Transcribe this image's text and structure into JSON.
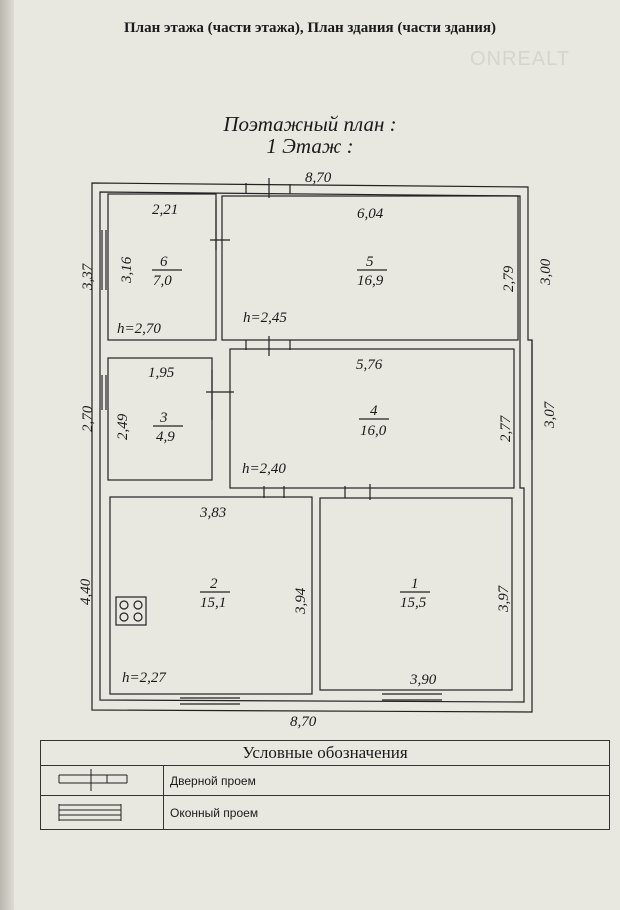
{
  "header": {
    "title": "План этажа (части этажа), План здания (части здания)",
    "watermark": "ONREALT"
  },
  "plan": {
    "title_line1": "Поэтажный план :",
    "title_line2": "1 Этаж :",
    "outer_dims": {
      "top": "8,70",
      "bottom": "8,70",
      "left_top": "3,37",
      "left_mid": "2,70",
      "left_bottom": "4,40",
      "right_top": "3,00",
      "right_mid": "3,07"
    },
    "rooms": [
      {
        "number": "6",
        "area": "7,0",
        "width": "2,21",
        "length": "3,16",
        "height": "h=2,70"
      },
      {
        "number": "5",
        "area": "16,9",
        "width": "6,04",
        "length": "2,79",
        "height": "h=2,45"
      },
      {
        "number": "3",
        "area": "4,9",
        "width": "1,95",
        "length": "2,49"
      },
      {
        "number": "4",
        "area": "16,0",
        "width": "5,76",
        "length": "2,77",
        "height": "h=2,40"
      },
      {
        "number": "2",
        "area": "15,1",
        "width": "3,83",
        "length": "3,94",
        "height": "h=2,27"
      },
      {
        "number": "1",
        "area": "15,5",
        "width": "3,90",
        "length": "3,97"
      }
    ]
  },
  "legend": {
    "title": "Условные обозначения",
    "items": [
      {
        "label": "Дверной проем",
        "icon": "door-opening-icon"
      },
      {
        "label": "Оконный проем",
        "icon": "window-opening-icon"
      }
    ]
  }
}
